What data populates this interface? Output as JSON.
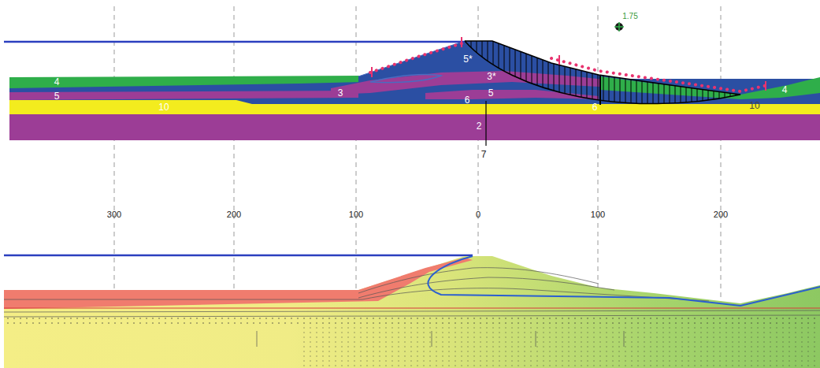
{
  "diagram": {
    "labels": [
      "1.75",
      "4",
      "5",
      "10",
      "3",
      "5*",
      "3*",
      "5",
      "6",
      "6",
      "2",
      "10",
      "4",
      "7",
      "300",
      "200",
      "100",
      "0",
      "100",
      "200"
    ]
  }
}
